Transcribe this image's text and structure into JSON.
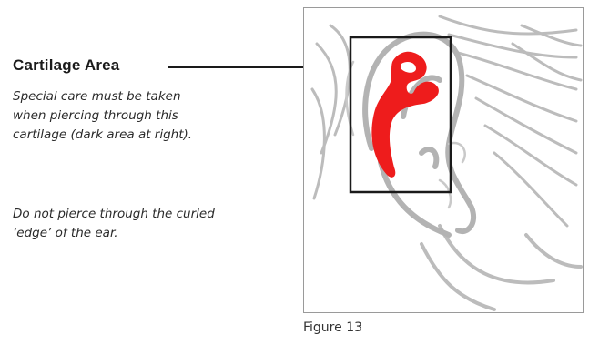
{
  "label": {
    "title": "Cartilage Area",
    "description": "Special care must be taken when piercing through this cartilage (dark area at right).",
    "warning": "Do not pierce through the curled ‘edge’ of the ear."
  },
  "figure": {
    "caption": "Figure 13",
    "highlight_color": "#ee1c1c",
    "sketch_color": "#b9b9b9",
    "outline_color": "#1a1a1a"
  }
}
